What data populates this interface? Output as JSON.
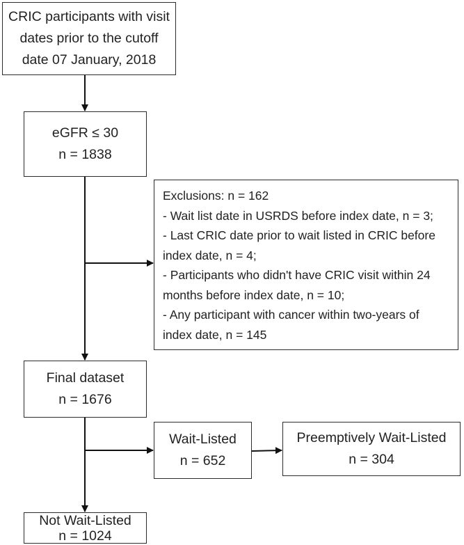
{
  "boxes": {
    "participants": [
      "CRIC participants with visit",
      "dates prior to the cutoff",
      "date 07 January, 2018"
    ],
    "egfr": [
      "eGFR ≤ 30",
      "n = 1838"
    ],
    "exclusions": [
      "Exclusions: n = 162",
      "- Wait list date in USRDS before index date, n = 3;",
      "- Last CRIC date prior to wait listed in CRIC before",
      "index date, n = 4;",
      "- Participants who didn't have CRIC visit within 24",
      "months before index date, n = 10;",
      "- Any participant with cancer within two-years of",
      "index date, n = 145"
    ],
    "final": [
      "Final dataset",
      "n = 1676"
    ],
    "waitlisted": [
      "Wait-Listed",
      "n = 652"
    ],
    "preemptive": [
      "Preemptively Wait-Listed",
      "n = 304"
    ],
    "not_waitlisted": [
      "Not Wait-Listed",
      "n = 1024"
    ]
  }
}
